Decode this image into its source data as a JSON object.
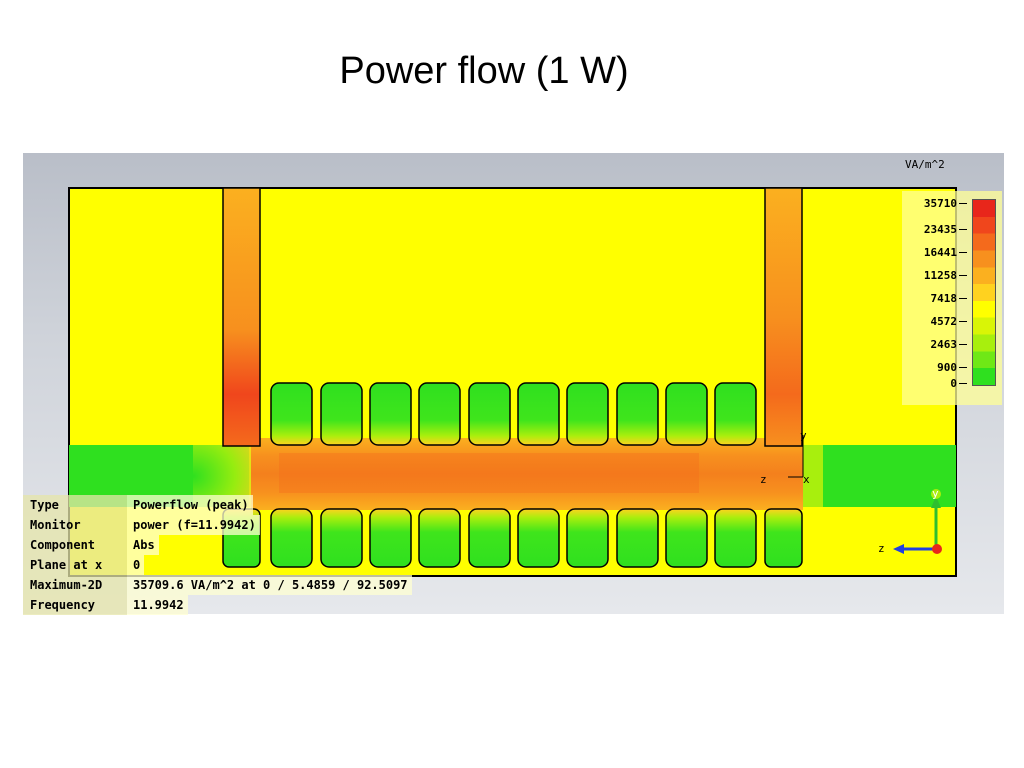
{
  "slide": {
    "title": "Power flow (1 W)"
  },
  "legend": {
    "unit": "VA/m^2",
    "ticks": [
      "35710",
      "23435",
      "16441",
      "11258",
      "7418",
      "4572",
      "2463",
      "900",
      "0"
    ],
    "colors": [
      "#e8261b",
      "#f0461c",
      "#f46a1c",
      "#f7901e",
      "#fbb01f",
      "#ffd21f",
      "#ffff00",
      "#d9f506",
      "#a8ef0d",
      "#6fe816",
      "#2fe01f"
    ]
  },
  "info": [
    {
      "key": "Type",
      "value": "Powerflow (peak)"
    },
    {
      "key": "Monitor",
      "value": "power (f=11.9942)"
    },
    {
      "key": "Component",
      "value": "Abs"
    },
    {
      "key": "Plane at x",
      "value": "0"
    },
    {
      "key": "Maximum-2D",
      "value": "35709.6 VA/m^2 at 0 / 5.4859 / 92.5097"
    },
    {
      "key": "Frequency",
      "value": "11.9942"
    }
  ],
  "axes": {
    "y": "y",
    "z": "z",
    "x": "x"
  },
  "colors": {
    "background": "#ffff00",
    "low": "#2fe01f",
    "mid": "#f7901e",
    "high": "#e8261b"
  }
}
